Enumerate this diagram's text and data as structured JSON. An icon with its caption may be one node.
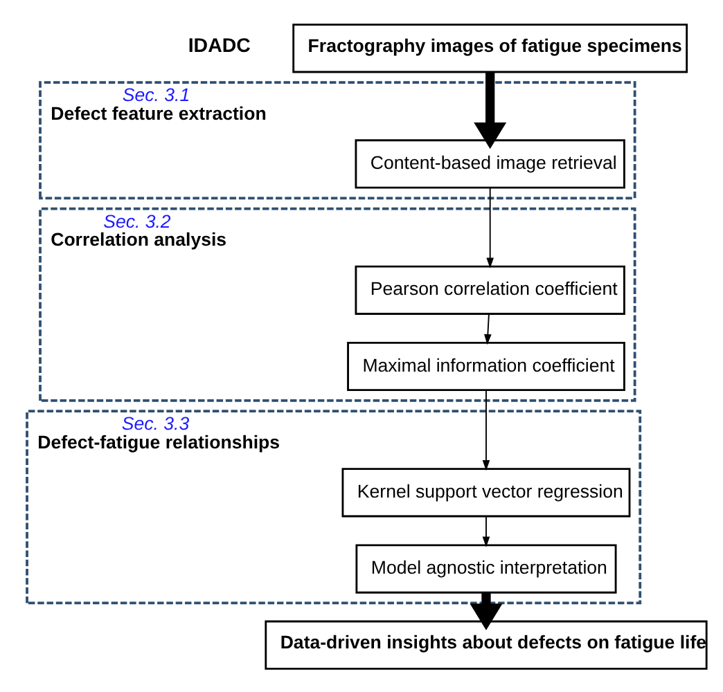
{
  "diagram": {
    "nodes": [
      {
        "text": [
          "Fractography images of fatigue specimens"
        ]
      },
      {
        "text": [
          "Sec. 3.1",
          "Defect feature extraction"
        ]
      },
      {
        "text": [
          "Content-based image retrieval"
        ],
        "in": 1
      },
      {
        "text": [
          "Sec. 3.2",
          "Correlation analysis"
        ]
      },
      {
        "text": [
          "Pearson correlation coefficient"
        ],
        "in": 3
      },
      {
        "text": [
          "Maximal information coefficient"
        ],
        "in": 3
      },
      {
        "text": [
          "Sec. 3.3",
          "Defect-fatigue relationships"
        ]
      },
      {
        "text": [
          "Kernel support vector regression"
        ],
        "in": 6
      },
      {
        "text": [
          "Model agnostic interpretation"
        ],
        "in": 6
      },
      {
        "text": [
          "Data-driven insights about defects on fatigue life"
        ]
      }
    ],
    "edges": [
      {
        "from": 0,
        "to": 2,
        "arrow": "to",
        "style": "thick"
      },
      {
        "from": 2,
        "to": 4,
        "arrow": "to"
      },
      {
        "from": 4,
        "to": 5,
        "arrow": "to"
      },
      {
        "from": 5,
        "to": 7,
        "arrow": "to"
      },
      {
        "from": 7,
        "to": 8,
        "arrow": "to"
      },
      {
        "from": 8,
        "to": 9,
        "arrow": "to",
        "style": "thick"
      }
    ],
    "labels": [
      "IDADC"
    ]
  }
}
